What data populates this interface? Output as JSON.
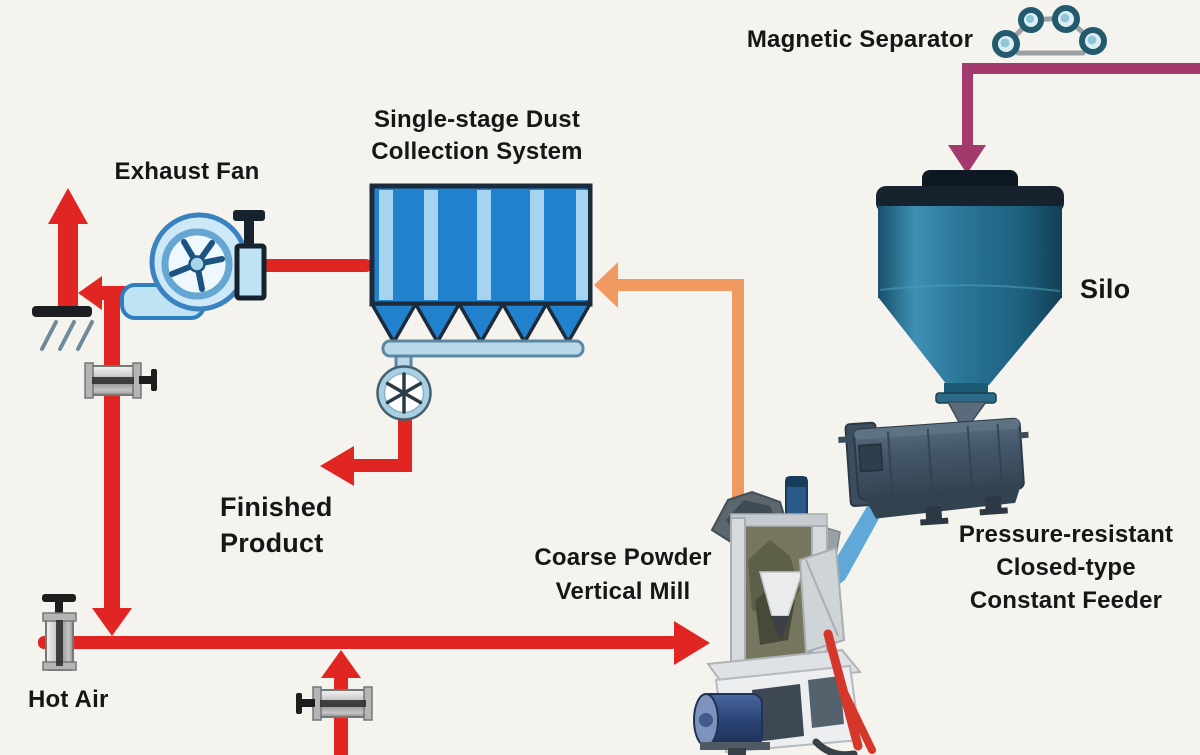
{
  "diagram_type": "process-flow-diagram",
  "labels": {
    "magnetic_separator": "Magnetic Separator",
    "silo": "Silo",
    "feeder_line1": "Pressure-resistant",
    "feeder_line2": "Closed-type",
    "feeder_line3": "Constant Feeder",
    "mill_line1": "Coarse Powder",
    "mill_line2": "Vertical Mill",
    "dust_line1": "Single-stage Dust",
    "dust_line2": "Collection System",
    "exhaust_fan": "Exhaust Fan",
    "finished_product": "Finished Product",
    "hot_air": "Hot Air"
  },
  "icons": {
    "magnetic_separator_icon": "belt-conveyor-with-four-rollers",
    "exhaust_fan_icon": "centrifugal-fan-with-impeller",
    "rotary_valve_icon": "star-wheel-airlock",
    "gate_valve_icon": "gray-spool-with-black-stem",
    "stack_base_icon": "black-bar-with-hatching",
    "silo_icon": "teal-cone-bottom-hopper",
    "dust_collector_icon": "blue-baghouse-five-hoppers"
  },
  "colors": {
    "background": "#f5f3ee",
    "hot_air_line": "#e02522",
    "dust_airflow_line": "#f09a61",
    "magnetic_feed_line": "#a23a6e",
    "feed_chute_blue": "#5fa8d8",
    "collector_body": "#2281cd",
    "collector_stripe": "#a6d3f0",
    "collector_border": "#1c2b3a",
    "silo_teal": "#2a7698",
    "fan_light_blue": "#cde9f8",
    "label_text": "#161616"
  },
  "flows": [
    {
      "name": "raw-material",
      "color": "#a23a6e",
      "from": "magnetic-separator",
      "to": "silo",
      "arrow": "down"
    },
    {
      "name": "metered-feed",
      "color": "#5fa8d8",
      "from": "constant-feeder",
      "to": "vertical-mill",
      "arrow": "down-left"
    },
    {
      "name": "powder-laden-air",
      "color": "#f09a61",
      "from": "vertical-mill",
      "to": "dust-collection-system",
      "arrow": "left"
    },
    {
      "name": "collector-to-fan",
      "color": "#e02522",
      "from": "dust-collection-system",
      "to": "exhaust-fan",
      "arrow": "none"
    },
    {
      "name": "fan-to-stack",
      "color": "#e02522",
      "from": "exhaust-fan",
      "to": "exhaust-stack",
      "arrow": "left-then-up"
    },
    {
      "name": "finished-product-discharge",
      "color": "#e02522",
      "from": "rotary-valve",
      "to": "finished-product",
      "arrow": "left"
    },
    {
      "name": "hot-air-supply",
      "color": "#e02522",
      "from": "hot-air-inlet",
      "to": "vertical-mill",
      "arrow": "right"
    }
  ]
}
